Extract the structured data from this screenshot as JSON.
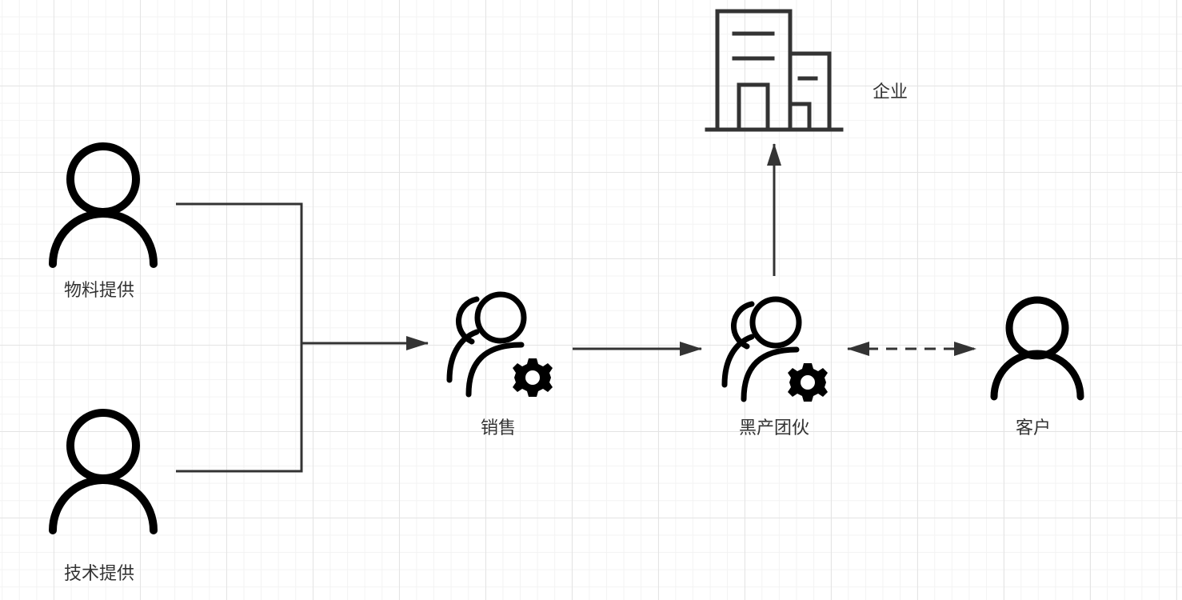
{
  "colors": {
    "stroke": "#000000",
    "connector": "#333333",
    "label": "#333333",
    "grid": "#e4e4e4"
  },
  "nodes": {
    "material_supply": {
      "label": "物料提供",
      "icon": "user-icon"
    },
    "tech_supply": {
      "label": "技术提供",
      "icon": "user-icon"
    },
    "sales": {
      "label": "销售",
      "icon": "user-group-gear-icon"
    },
    "black_gang": {
      "label": "黑产团伙",
      "icon": "user-group-gear-icon"
    },
    "customer": {
      "label": "客户",
      "icon": "user-icon"
    },
    "enterprise": {
      "label": "企业",
      "icon": "building-icon"
    }
  },
  "edges": [
    {
      "from": "material_supply",
      "to": "sales",
      "style": "solid"
    },
    {
      "from": "tech_supply",
      "to": "sales",
      "style": "solid"
    },
    {
      "from": "sales",
      "to": "black_gang",
      "style": "solid-arrow"
    },
    {
      "from": "black_gang",
      "to": "enterprise",
      "style": "solid-arrow"
    },
    {
      "from": "black_gang",
      "to": "customer",
      "style": "dashed-bidirectional"
    }
  ]
}
